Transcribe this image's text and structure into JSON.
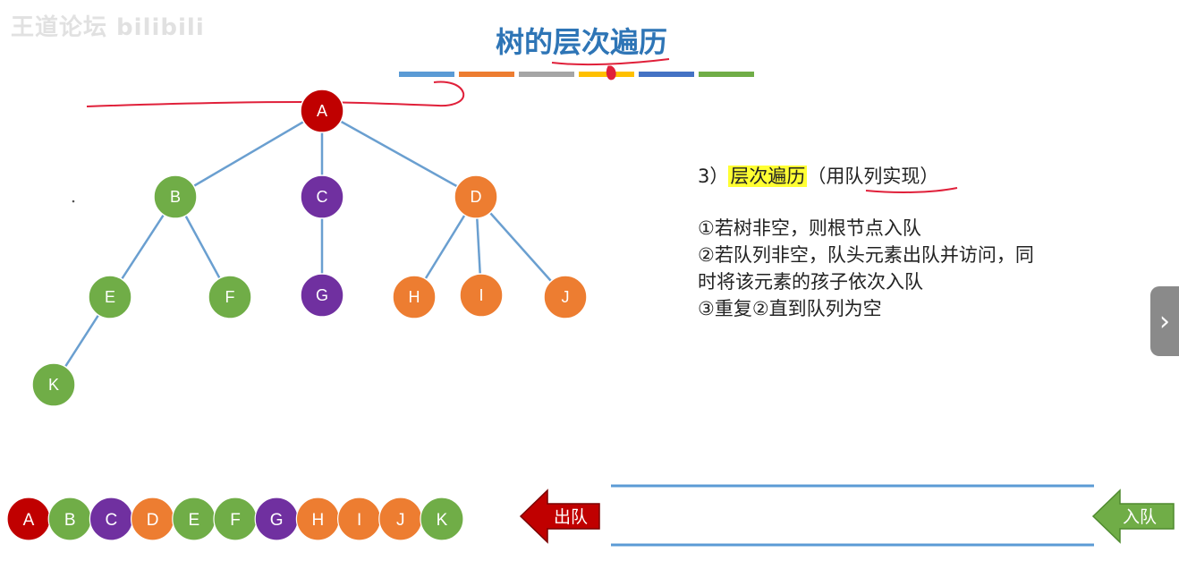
{
  "watermark": "王道论坛 bilibili",
  "title": "树的层次遍历",
  "title_color": "#2e75b6",
  "color_bars": [
    "#5b9bd5",
    "#ed7d31",
    "#a5a5a5",
    "#ffc000",
    "#4472c4",
    "#70ad47"
  ],
  "colors": {
    "red": "#c00000",
    "green": "#70ad47",
    "purple": "#7030a0",
    "orange": "#ed7d31",
    "edge": "#6a9fd0",
    "annotation": "#e0203a"
  },
  "tree": {
    "nodes": [
      {
        "id": "A",
        "label": "A",
        "color": "red"
      },
      {
        "id": "B",
        "label": "B",
        "color": "green"
      },
      {
        "id": "C",
        "label": "C",
        "color": "purple"
      },
      {
        "id": "D",
        "label": "D",
        "color": "orange"
      },
      {
        "id": "E",
        "label": "E",
        "color": "green"
      },
      {
        "id": "F",
        "label": "F",
        "color": "green"
      },
      {
        "id": "G",
        "label": "G",
        "color": "purple"
      },
      {
        "id": "H",
        "label": "H",
        "color": "orange"
      },
      {
        "id": "I",
        "label": "I",
        "color": "orange"
      },
      {
        "id": "J",
        "label": "J",
        "color": "orange"
      },
      {
        "id": "K",
        "label": "K",
        "color": "green"
      }
    ],
    "edges": [
      [
        "A",
        "B"
      ],
      [
        "A",
        "C"
      ],
      [
        "A",
        "D"
      ],
      [
        "B",
        "E"
      ],
      [
        "B",
        "F"
      ],
      [
        "C",
        "G"
      ],
      [
        "D",
        "H"
      ],
      [
        "D",
        "I"
      ],
      [
        "D",
        "J"
      ],
      [
        "E",
        "K"
      ]
    ]
  },
  "steps": {
    "heading_prefix": "3）",
    "heading_highlight": "层次遍历",
    "heading_rest": "（用队列实现）",
    "lines": [
      "①若树非空，则根节点入队",
      "②若队列非空，队头元素出队并访问，同",
      "时将该元素的孩子依次入队",
      "③重复②直到队列为空"
    ]
  },
  "output_sequence": [
    {
      "label": "A",
      "color": "red"
    },
    {
      "label": "B",
      "color": "green"
    },
    {
      "label": "C",
      "color": "purple"
    },
    {
      "label": "D",
      "color": "orange"
    },
    {
      "label": "E",
      "color": "green"
    },
    {
      "label": "F",
      "color": "green"
    },
    {
      "label": "G",
      "color": "purple"
    },
    {
      "label": "H",
      "color": "orange"
    },
    {
      "label": "I",
      "color": "orange"
    },
    {
      "label": "J",
      "color": "orange"
    },
    {
      "label": "K",
      "color": "green"
    }
  ],
  "queue": {
    "dequeue_label": "出队",
    "enqueue_label": "入队",
    "dequeue_color": "#c00000",
    "enqueue_color": "#70ad47"
  },
  "nav": {
    "next_icon": "›"
  }
}
